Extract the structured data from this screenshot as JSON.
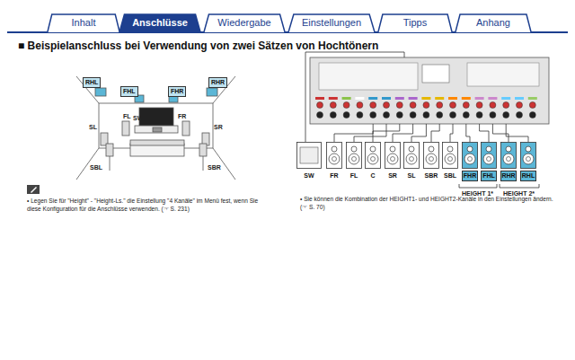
{
  "diagram": {
    "title": "■ Beispielanschluss bei Verwendung von zwei Sätzen von Hochtönern",
    "nodes": [
      {
        "text": [
          "Inhalt"
        ]
      },
      {
        "text": [
          "Anschlüsse"
        ]
      },
      {
        "text": [
          "Wiedergabe"
        ]
      },
      {
        "text": [
          "Einstellungen"
        ]
      },
      {
        "text": [
          "Tipps"
        ]
      },
      {
        "text": [
          "Anhang"
        ]
      },
      {
        "text": [
          "RHL"
        ]
      },
      {
        "text": [
          "FHL"
        ]
      },
      {
        "text": [
          "FHR"
        ]
      },
      {
        "text": [
          "RHR"
        ]
      },
      {
        "text": [
          "SW"
        ]
      },
      {
        "text": [
          "FR"
        ]
      },
      {
        "text": [
          "FL"
        ]
      },
      {
        "text": [
          "C"
        ]
      },
      {
        "text": [
          "SR"
        ]
      },
      {
        "text": [
          "SL"
        ]
      },
      {
        "text": [
          "SBR"
        ]
      },
      {
        "text": [
          "SBL"
        ]
      },
      {
        "text": [
          "FHR"
        ]
      },
      {
        "text": [
          "FHL"
        ]
      },
      {
        "text": [
          "RHR"
        ]
      },
      {
        "text": [
          "RHL"
        ]
      }
    ],
    "labels": [
      "SL",
      "FL",
      "C",
      "SW",
      "FR",
      "SR",
      "SBL",
      "SBR",
      "• Legen Sie für \"Height\" - \"Height-Ls.\" die Einstellung \"4 Kanäle\" im Menü fest, wenn Sie diese Konfiguration für die Anschlüsse verwenden. (☞ S. 231)",
      "HEIGHT 1*",
      "HEIGHT 2*",
      "• Sie können die Kombination der HEIGHT1- und HEIGHT2-Kanäle in den Einstellungen ändern. (☞ S. 70)"
    ]
  }
}
